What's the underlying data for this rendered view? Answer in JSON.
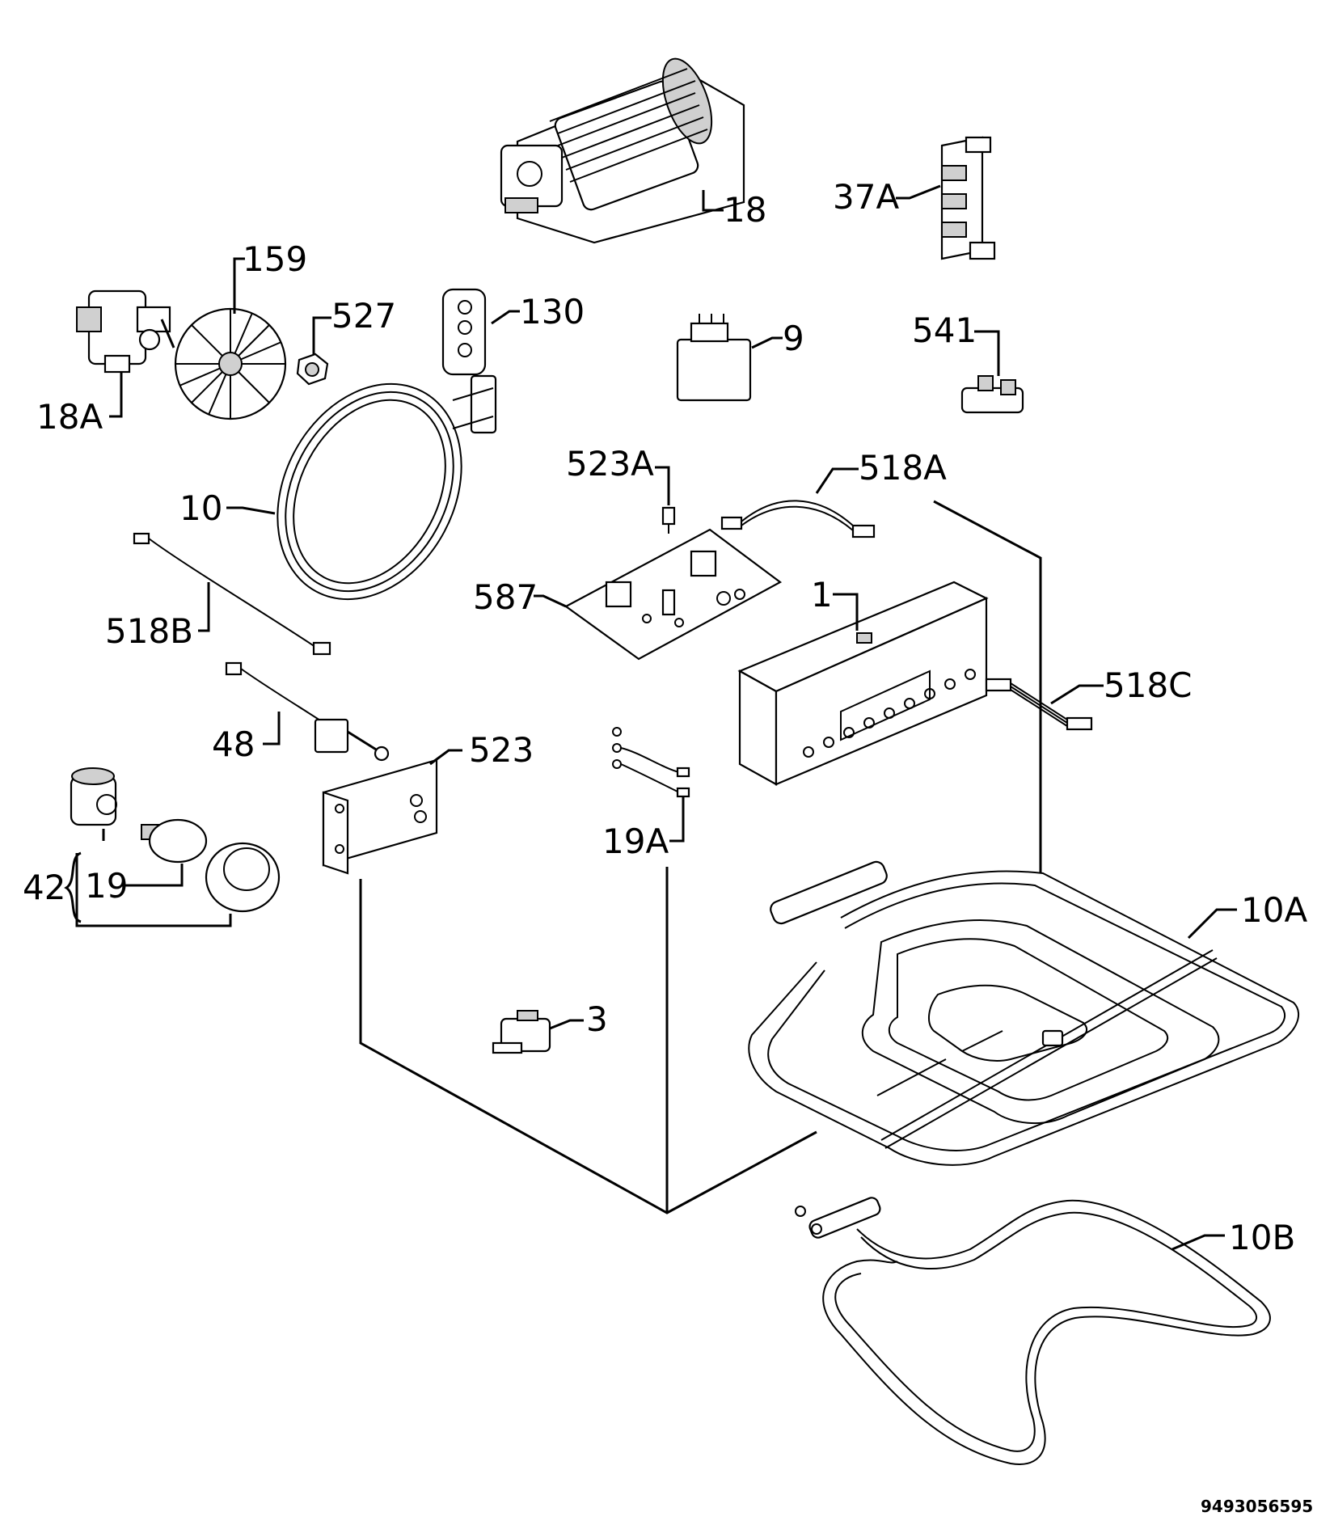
{
  "diagram": {
    "drawing_code": "9493056595",
    "labels": {
      "p18": "18",
      "p37A": "37A",
      "p159": "159",
      "p527": "527",
      "p130": "130",
      "p9": "9",
      "p541": "541",
      "p18A": "18A",
      "p523A": "523A",
      "p518A": "518A",
      "p10": "10",
      "p518B": "518B",
      "p587": "587",
      "p1": "1",
      "p518C": "518C",
      "p48": "48",
      "p523": "523",
      "p19A": "19A",
      "p42": "42",
      "p19": "19",
      "p10A": "10A",
      "p3": "3",
      "p10B": "10B"
    }
  }
}
